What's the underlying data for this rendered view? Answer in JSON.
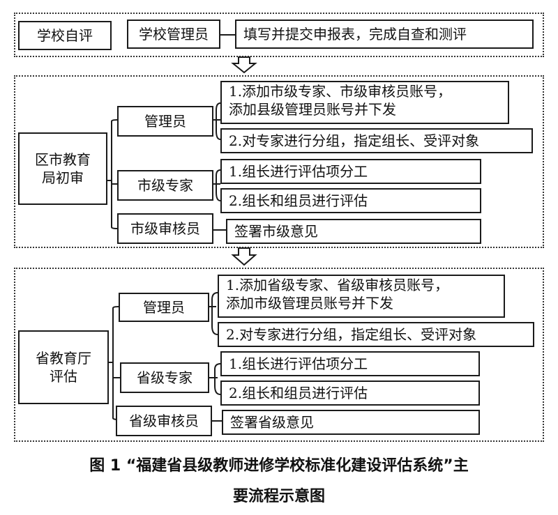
{
  "stage1": {
    "title": "学校自评",
    "role": "学校管理员",
    "task": "填写并提交申报表，完成自查和测评"
  },
  "stage2": {
    "title_line1": "区市教育",
    "title_line2": "局初审",
    "admin": {
      "label": "管理员",
      "task1_line1": "1.添加市级专家、市级审核员账号，",
      "task1_line2": "添加县级管理员账号并下发",
      "task2": "2.对专家进行分组，指定组长、受评对象"
    },
    "expert": {
      "label": "市级专家",
      "task1": "1.组长进行评估项分工",
      "task2": "2.组长和组员进行评估"
    },
    "reviewer": {
      "label": "市级审核员",
      "task": "签署市级意见"
    }
  },
  "stage3": {
    "title_line1": "省教育厅",
    "title_line2": "评估",
    "admin": {
      "label": "管理员",
      "task1_line1": "1.添加省级专家、省级审核员账号，",
      "task1_line2": "添加市级管理员账号并下发",
      "task2": "2.对专家进行分组，指定组长、受评对象"
    },
    "expert": {
      "label": "省级专家",
      "task1": "1.组长进行评估项分工",
      "task2": "2.组长和组员进行评估"
    },
    "reviewer": {
      "label": "省级审核员",
      "task": "签署省级意见"
    }
  },
  "caption": {
    "line1": "图 1 “福建省县级教师进修学校标准化建设评估系统”主",
    "line2": "要流程示意图"
  }
}
